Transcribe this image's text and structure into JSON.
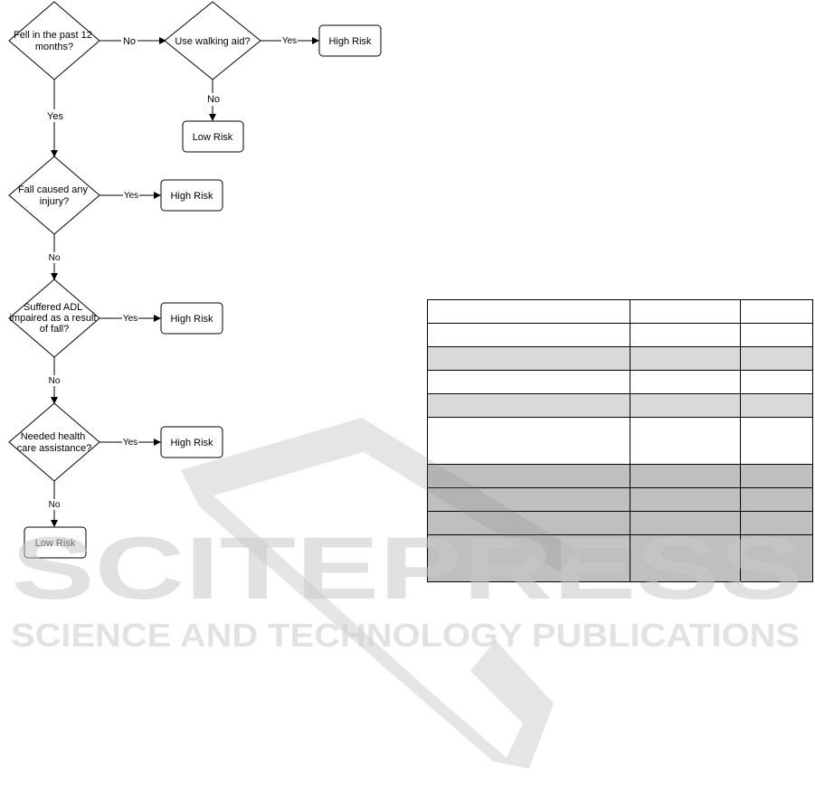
{
  "flowchart": {
    "decisions": {
      "fell": [
        "Fell in the past 12",
        "months?"
      ],
      "walking_aid": [
        "Use walking aid?"
      ],
      "injury": [
        "Fall caused any",
        "injury?"
      ],
      "adl": [
        "Suffered ADL",
        "impaired as a result",
        "of fall?"
      ],
      "health_care": [
        "Needed health",
        "care assistance?"
      ]
    },
    "outcomes": {
      "high_risk_1": "High Risk",
      "low_risk_1": "Low Risk",
      "high_risk_2": "High Risk",
      "high_risk_3": "High Risk",
      "high_risk_4": "High Risk",
      "low_risk_2": "Low Risk"
    },
    "edge_labels": {
      "fell_no": "No",
      "walking_yes": "Yes",
      "walking_no": "No",
      "fell_yes": "Yes",
      "injury_yes": "Yes",
      "injury_no": "No",
      "adl_yes": "Yes",
      "adl_no": "No",
      "health_yes": "Yes",
      "health_no": "No"
    }
  },
  "watermark": {
    "line1": "SCITEPRESS",
    "line2": "SCIENCE AND TECHNOLOGY PUBLICATIONS"
  },
  "table": {
    "row_styles": [
      "white",
      "white",
      "light",
      "white",
      "light",
      "white-tall",
      "dark",
      "dark",
      "dark",
      "dark-tall"
    ]
  }
}
